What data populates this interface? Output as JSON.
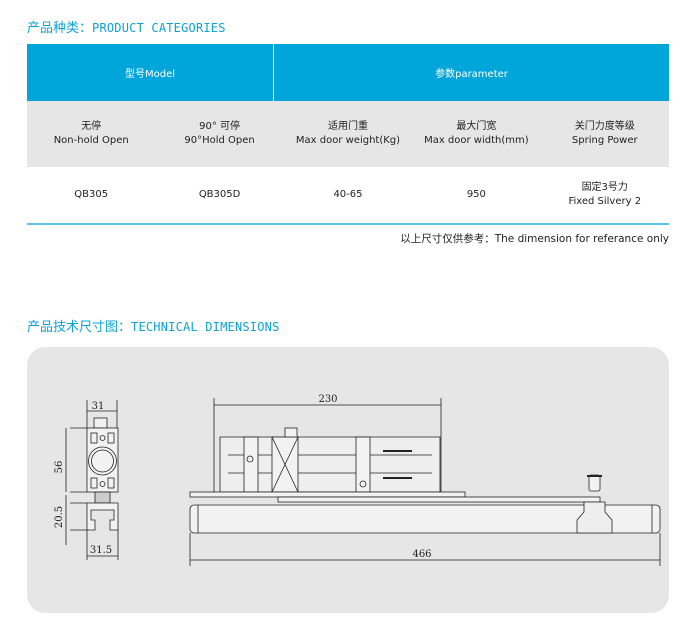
{
  "categories_title": {
    "cn": "产品种类：",
    "en": "PRODUCT CATEGORIES"
  },
  "table": {
    "header": {
      "model": "型号Model",
      "parameter": "参数parameter"
    },
    "columns": [
      {
        "cn": "无停",
        "en": "Non-hold Open"
      },
      {
        "cn": "90° 可停",
        "en": "90°Hold Open"
      },
      {
        "cn": "适用门重",
        "en": "Max door weight(Kg)"
      },
      {
        "cn": "最大门宽",
        "en": "Max door width(mm)"
      },
      {
        "cn": "关门力度等级",
        "en": "Spring Power"
      }
    ],
    "row": [
      {
        "line1": "QB305",
        "line2": ""
      },
      {
        "line1": "QB305D",
        "line2": ""
      },
      {
        "line1": "40-65",
        "line2": ""
      },
      {
        "line1": "950",
        "line2": ""
      },
      {
        "line1": "固定3号力",
        "line2": "Fixed Silvery 2"
      }
    ]
  },
  "note": "以上尺寸仅供参考：The dimension for referance only",
  "dimensions_title": {
    "cn": "产品技术尺寸图：",
    "en": "TECHNICAL DIMENSIONS"
  },
  "drawing": {
    "side_width_top": "31",
    "side_height": "56",
    "side_channel_height": "20.5",
    "side_width_bottom": "31.5",
    "arm_length": "230",
    "total_length": "466"
  },
  "colors": {
    "accent": "#00a5d9",
    "header_gray": "#e6e6e6",
    "panel": "#e6e6e6"
  }
}
